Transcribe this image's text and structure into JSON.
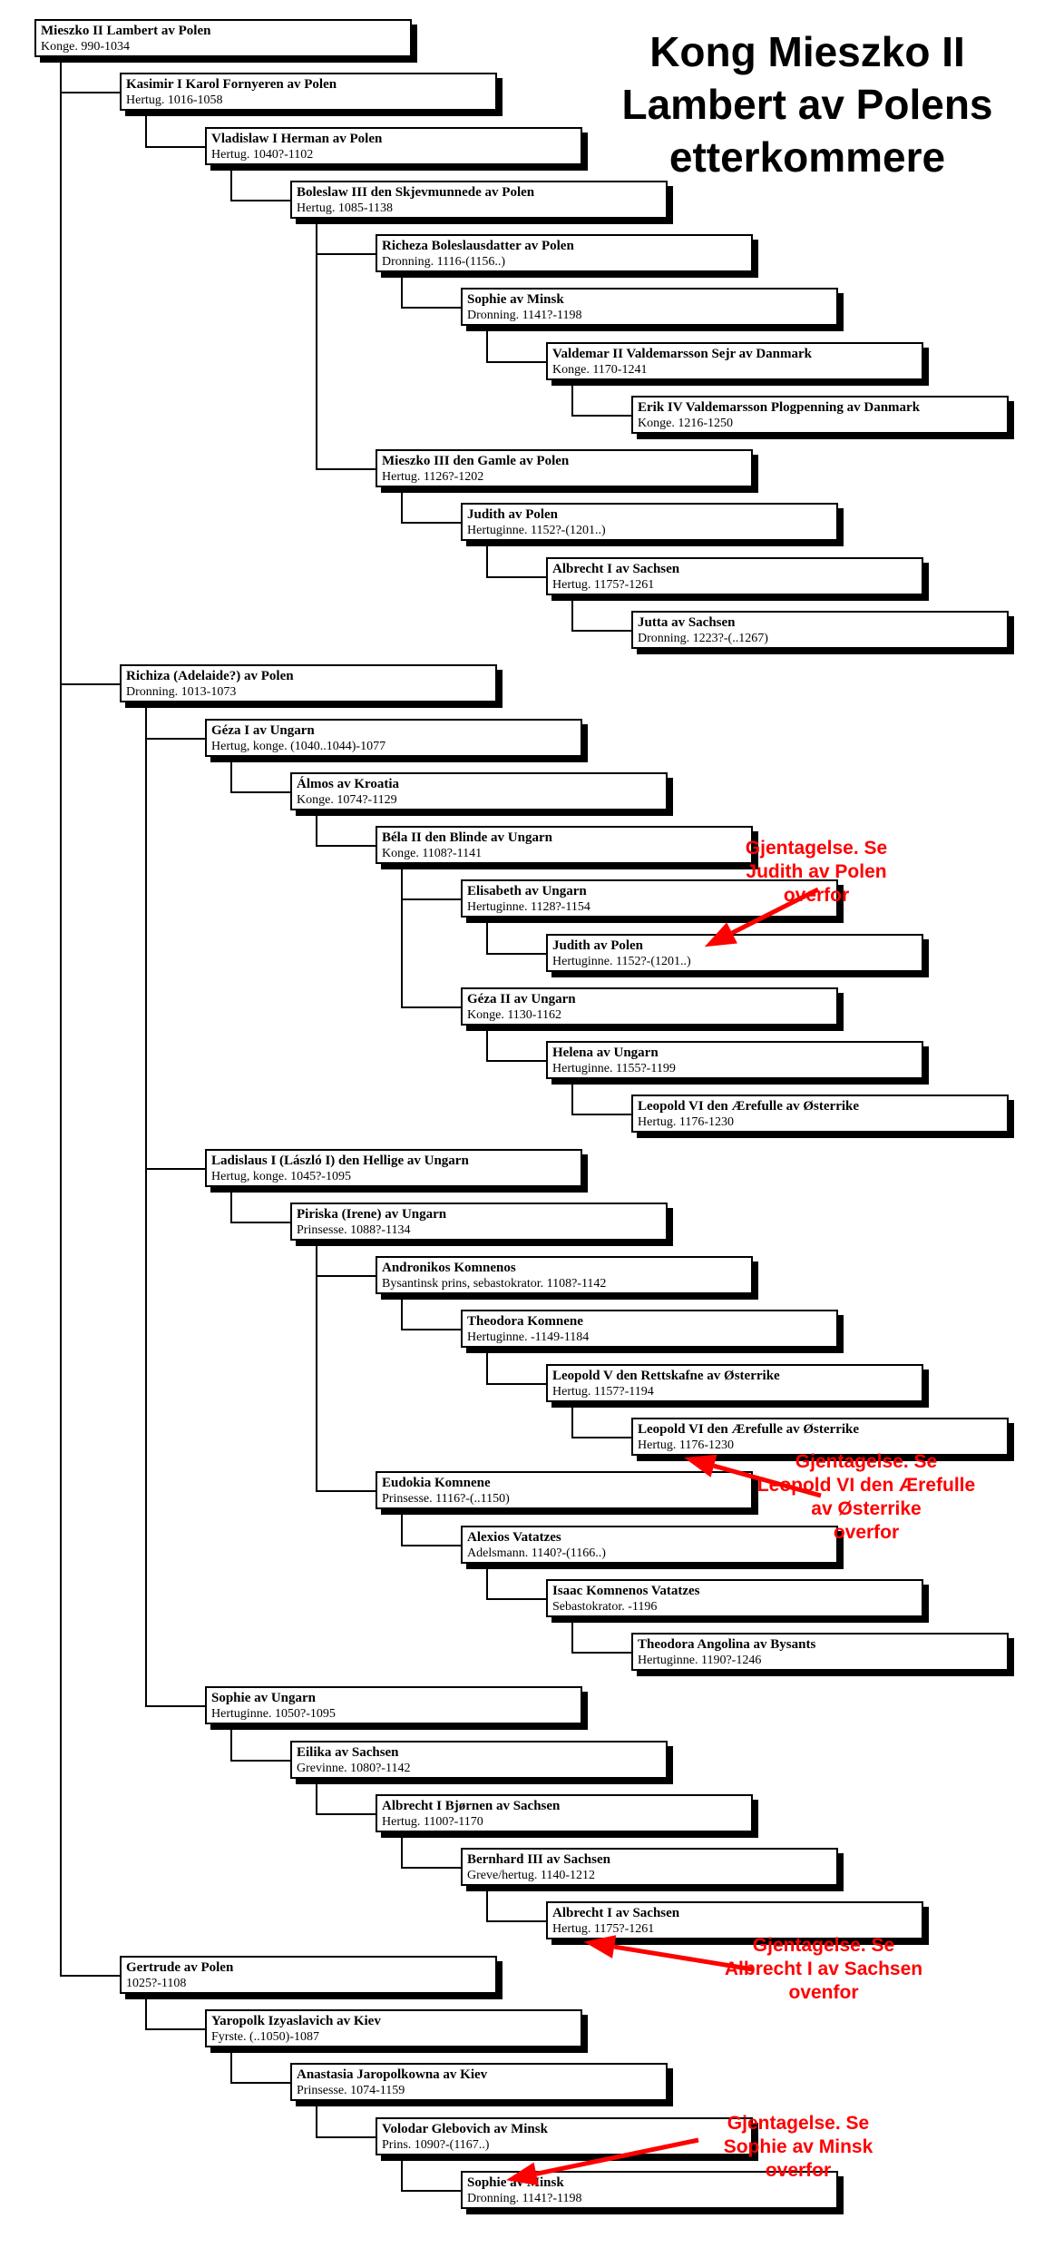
{
  "title": "Kong Mieszko II Lambert av Polens etterkommere",
  "persons": [
    {
      "name": "Mieszko II Lambert av Polen",
      "info": "Konge.  990-1034",
      "level": 0
    },
    {
      "name": "Kasimir I Karol Fornyeren av Polen",
      "info": "Hertug.  1016-1058",
      "level": 1
    },
    {
      "name": "Vladislaw I Herman av Polen",
      "info": "Hertug.  1040?-1102",
      "level": 2
    },
    {
      "name": "Boleslaw III den Skjevmunnede av Polen",
      "info": "Hertug.  1085-1138",
      "level": 3
    },
    {
      "name": "Richeza Boleslausdatter av Polen",
      "info": "Dronning.  1116-(1156..)",
      "level": 4
    },
    {
      "name": "Sophie av Minsk",
      "info": "Dronning.  1141?-1198",
      "level": 5
    },
    {
      "name": "Valdemar II Valdemarsson Sejr av Danmark",
      "info": "Konge.  1170-1241",
      "level": 6
    },
    {
      "name": "Erik IV Valdemarsson Plogpenning av Danmark",
      "info": "Konge.  1216-1250",
      "level": 7
    },
    {
      "name": "Mieszko III den Gamle av Polen",
      "info": "Hertug.  1126?-1202",
      "level": 4
    },
    {
      "name": "Judith av Polen",
      "info": "Hertuginne.   1152?-(1201..)",
      "level": 5
    },
    {
      "name": "Albrecht I av Sachsen",
      "info": "Hertug.  1175?-1261",
      "level": 6
    },
    {
      "name": "Jutta av Sachsen",
      "info": "Dronning.   1223?-(..1267)",
      "level": 7
    },
    {
      "name": "Richiza (Adelaide?) av Polen",
      "info": "Dronning.   1013-1073",
      "level": 1
    },
    {
      "name": "Géza I av Ungarn",
      "info": "Hertug, konge.   (1040..1044)-1077",
      "level": 2
    },
    {
      "name": "Álmos av  Kroatia",
      "info": "Konge.  1074?-1129",
      "level": 3
    },
    {
      "name": "Béla II den Blinde av Ungarn",
      "info": "Konge.  1108?-1141",
      "level": 4
    },
    {
      "name": "Elisabeth av  Ungarn",
      "info": "Hertuginne.   1128?-1154",
      "level": 5
    },
    {
      "name": "Judith av Polen",
      "info": "Hertuginne.   1152?-(1201..)",
      "level": 6
    },
    {
      "name": "Géza II av Ungarn",
      "info": "Konge.  1130-1162",
      "level": 5
    },
    {
      "name": "Helena av Ungarn",
      "info": "Hertuginne.   1155?-1199",
      "level": 6
    },
    {
      "name": "Leopold VI den Ærefulle av Østerrike",
      "info": "Hertug.   1176-1230",
      "level": 7
    },
    {
      "name": "Ladislaus I (László I) den Hellige av Ungarn",
      "info": "Hertug, konge.   1045?-1095",
      "level": 2
    },
    {
      "name": "Piriska (Irene) av Ungarn",
      "info": "Prinsesse.  1088?-1134",
      "level": 3
    },
    {
      "name": "Andronikos Komnenos",
      "info": "Bysantinsk prins, sebastokrator.   1108?-1142",
      "level": 4
    },
    {
      "name": "Theodora Komnene",
      "info": "Hertuginne.   -1149-1184",
      "level": 5
    },
    {
      "name": "Leopold V den Rettskafne av Østerrike",
      "info": "Hertug.  1157?-1194",
      "level": 6
    },
    {
      "name": "Leopold VI den Ærefulle av Østerrike",
      "info": "Hertug.  1176-1230",
      "level": 7
    },
    {
      "name": "Eudokia Komnene",
      "info": "Prinsesse.   1116?-(..1150)",
      "level": 4
    },
    {
      "name": "Alexios Vatatzes",
      "info": "Adelsmann.   1140?-(1166..)",
      "level": 5
    },
    {
      "name": "Isaac Komnenos Vatatzes",
      "info": "Sebastokrator.  -1196",
      "level": 6
    },
    {
      "name": "Theodora Angolina av Bysants",
      "info": "Hertuginne.   1190?-1246",
      "level": 7
    },
    {
      "name": "Sophie av Ungarn",
      "info": "Hertuginne.   1050?-1095",
      "level": 2
    },
    {
      "name": "Eilika av Sachsen",
      "info": "Grevinne.  1080?-1142",
      "level": 3
    },
    {
      "name": "Albrecht I Bjørnen av Sachsen",
      "info": "Hertug.  1100?-1170",
      "level": 4
    },
    {
      "name": "Bernhard III av Sachsen",
      "info": "Greve/hertug.   1140-1212",
      "level": 5
    },
    {
      "name": "Albrecht I av Sachsen",
      "info": "Hertug.  1175?-1261",
      "level": 6
    },
    {
      "name": "Gertrude av Polen",
      "info": "1025?-1108",
      "level": 1
    },
    {
      "name": "Yaropolk Izyaslavich av Kiev",
      "info": "Fyrste.  (..1050)-1087",
      "level": 2
    },
    {
      "name": "Anastasia Jaropolkowna av Kiev",
      "info": "Prinsesse.  1074-1159",
      "level": 3
    },
    {
      "name": "Volodar Glebovich av Minsk",
      "info": "Prins.  1090?-(1167..)",
      "level": 4
    },
    {
      "name": "Sophie av Minsk",
      "info": "Dronning.   1141?-1198",
      "level": 5
    }
  ],
  "notes": [
    {
      "text": "Gjentagelse. Se\nJudith av Polen\noverfor",
      "target": 17
    },
    {
      "text": "Gjentagelse. Se\nLeopold VI den Ærefulle\nav Østerrike\noverfor",
      "target": 26
    },
    {
      "text": "Gjentagelse. Se\nAlbrecht I av Sachsen\novenfor",
      "target": 35
    },
    {
      "text": "Gjentagelse. Se\nSophie av Minsk\noverfor",
      "target": 40
    }
  ],
  "colors": {
    "line": "#000000",
    "note": "#ff0000",
    "box_border": "#000000",
    "box_fill": "#ffffff"
  }
}
